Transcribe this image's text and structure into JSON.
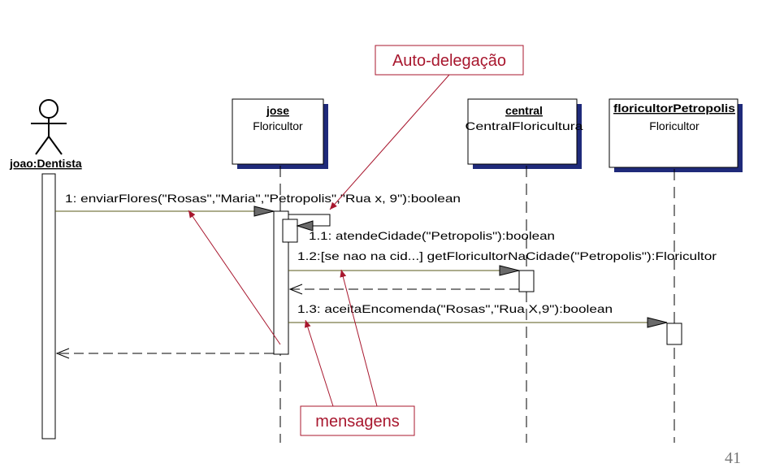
{
  "actor": {
    "label": "joao:Dentista"
  },
  "objects": [
    {
      "name": "jose",
      "type": "Floricultor"
    },
    {
      "name": "central",
      "type": "CentralFloricultura"
    },
    {
      "name": "floricultorPetropolis",
      "type": "Floricultor"
    }
  ],
  "messages": [
    {
      "label": "1: enviarFlores(\"Rosas\",\"Maria\",\"Petropolis\",\"Rua x, 9\"):boolean"
    },
    {
      "label": "1.1: atendeCidade(\"Petropolis\"):boolean"
    },
    {
      "label": "1.2:[se nao na cid...] getFloricultorNaCidade(\"Petropolis\"):Floricultor"
    },
    {
      "label": "1.3: aceitaEncomenda(\"Rosas\",\"Rua X,9\"):boolean"
    }
  ],
  "annotations": {
    "self_delegation": "Auto-delegação",
    "messages": "mensagens"
  },
  "slide_number": "41",
  "colors": {
    "annotation": "#a8172e",
    "message_line": "#5a5a1a",
    "shadow": "#1f2a7a",
    "arrowhead": "#6a6a6a"
  }
}
